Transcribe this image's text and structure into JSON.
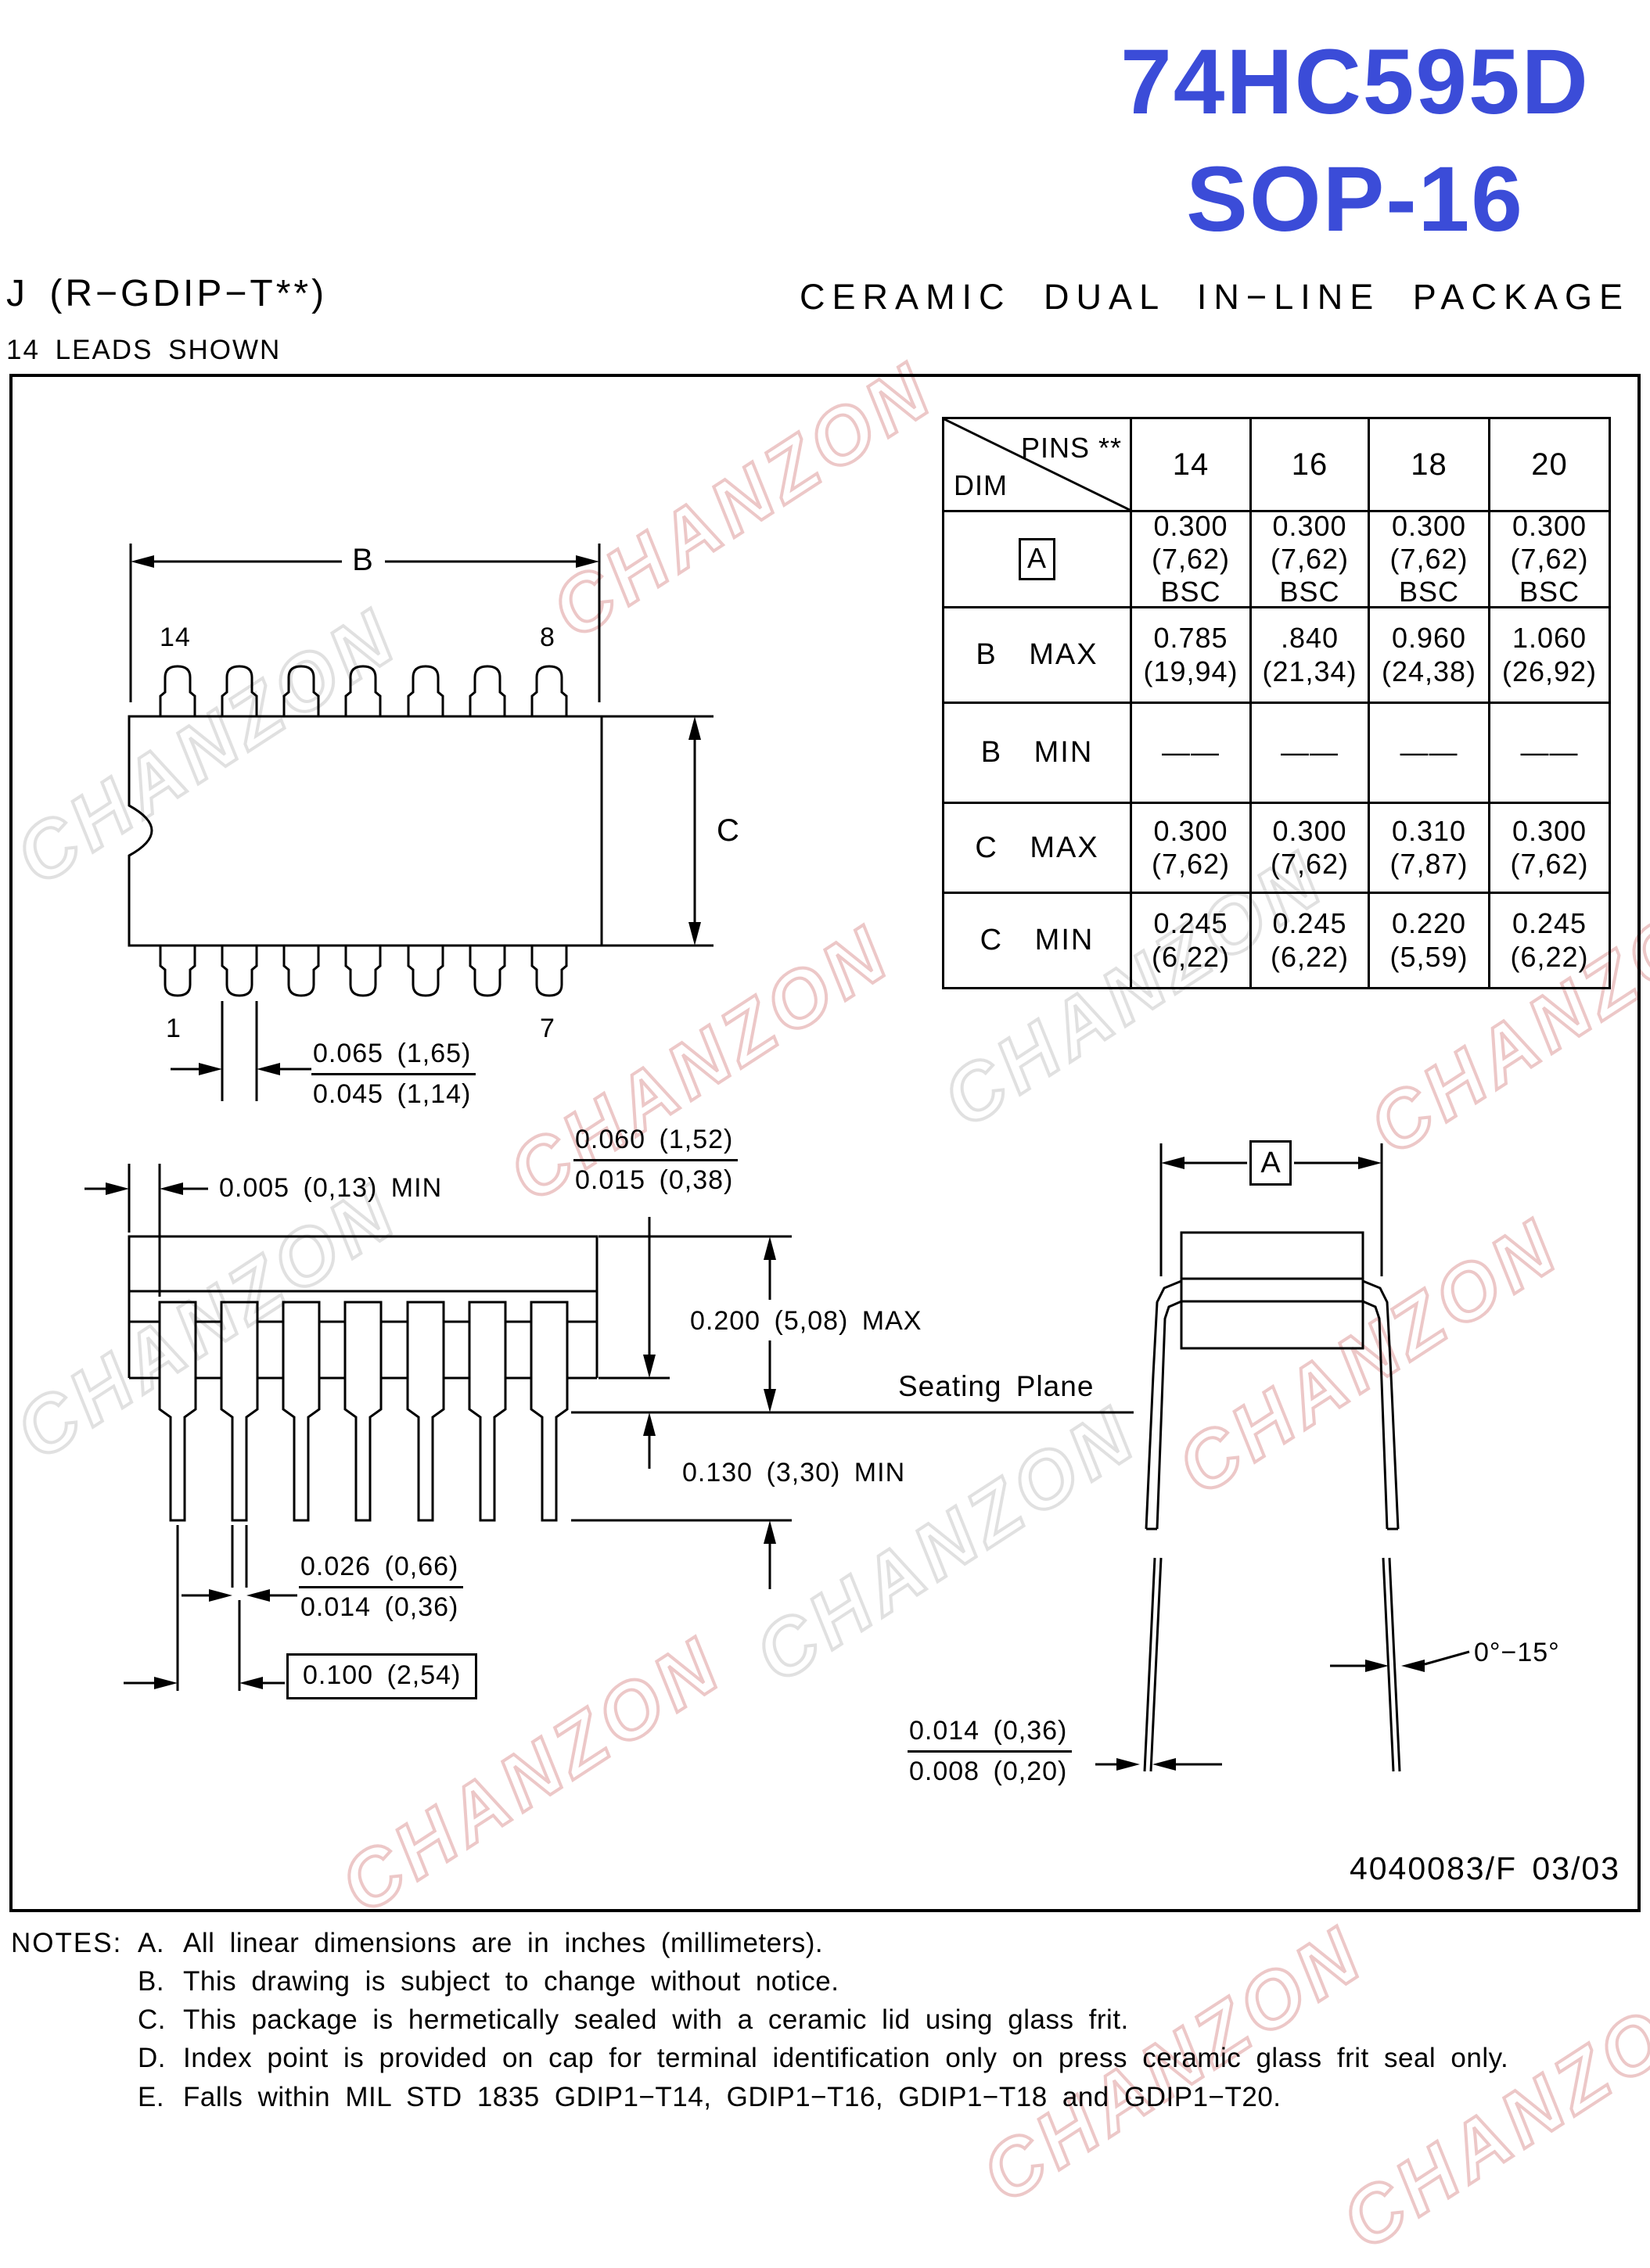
{
  "title": {
    "part": "74HC595D",
    "package": "SOP-16",
    "accent_color": "#3b4cd8"
  },
  "header": {
    "drawing_code": "J (R−GDIP−T**)",
    "leads_shown": "14 LEADS SHOWN",
    "package_description": "CERAMIC DUAL IN−LINE PACKAGE"
  },
  "doc_ref": "4040083/F 03/03",
  "watermark": {
    "text": "CHANZON",
    "pink": "#d58282",
    "gray": "#aaaaaa"
  },
  "dim_table": {
    "corner": {
      "top": "PINS **",
      "bottom": "DIM"
    },
    "pin_counts": [
      "14",
      "16",
      "18",
      "20"
    ],
    "rows": [
      {
        "label": "A",
        "values": [
          "0.300\n(7,62)\nBSC",
          "0.300\n(7,62)\nBSC",
          "0.300\n(7,62)\nBSC",
          "0.300\n(7,62)\nBSC"
        ]
      },
      {
        "label": "B MAX",
        "values": [
          "0.785\n(19,94)",
          ".840\n(21,34)",
          "0.960\n(24,38)",
          "1.060\n(26,92)"
        ]
      },
      {
        "label": "B MIN",
        "values": [
          "——",
          "——",
          "——",
          "——"
        ]
      },
      {
        "label": "C MAX",
        "values": [
          "0.300\n(7,62)",
          "0.300\n(7,62)",
          "0.310\n(7,87)",
          "0.300\n(7,62)"
        ]
      },
      {
        "label": "C MIN",
        "values": [
          "0.245\n(6,22)",
          "0.245\n(6,22)",
          "0.220\n(5,59)",
          "0.245\n(6,22)"
        ]
      }
    ]
  },
  "top_view": {
    "dim_b": "B",
    "dim_c": "C",
    "pin_top_left": "14",
    "pin_top_right": "8",
    "pin_bottom_left": "1",
    "pin_bottom_right": "7",
    "lead_width_max": "0.065 (1,65)",
    "lead_width_min": "0.045 (1,14)"
  },
  "side_view": {
    "edge_clearance": "0.005 (0,13) MIN",
    "standoff_max": "0.060 (1,52)",
    "standoff_min": "0.015 (0,38)",
    "body_height": "0.200 (5,08) MAX",
    "seating_plane": "Seating Plane",
    "pin_length": "0.130 (3,30) MIN",
    "lead_thickness_max": "0.026 (0,66)",
    "lead_thickness_min": "0.014 (0,36)",
    "pin_pitch": "0.100 (2,54)"
  },
  "end_view": {
    "dim_a": "A",
    "lead_angle": "0°−15°",
    "lead_profile_max": "0.014 (0,36)",
    "lead_profile_min": "0.008 (0,20)"
  },
  "notes": {
    "heading": "NOTES:",
    "items": [
      {
        "id": "A.",
        "text": "All linear dimensions are in inches (millimeters)."
      },
      {
        "id": "B.",
        "text": "This drawing is subject to change without notice."
      },
      {
        "id": "C.",
        "text": "This package is hermetically sealed with a ceramic lid using glass frit."
      },
      {
        "id": "D.",
        "text": "Index point is provided on cap for terminal identification only on press ceramic glass frit seal only."
      },
      {
        "id": "E.",
        "text": "Falls within MIL STD 1835 GDIP1−T14, GDIP1−T16, GDIP1−T18 and GDIP1−T20."
      }
    ]
  }
}
